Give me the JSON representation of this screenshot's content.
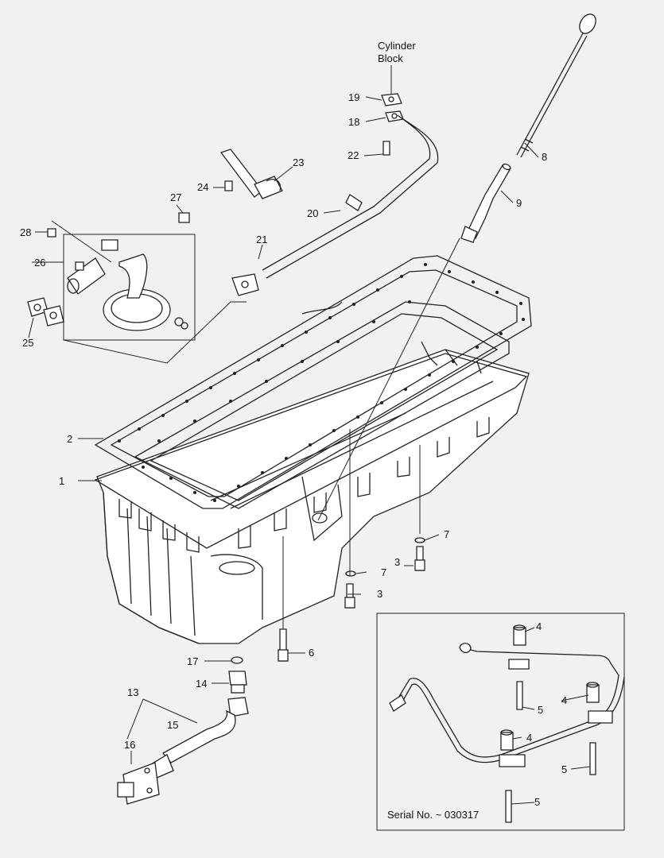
{
  "diagram": {
    "reference_label": {
      "line1": "Cylinder",
      "line2": "Block"
    },
    "inset_caption": "Serial No. ~ 030317",
    "callouts": {
      "c1": "1",
      "c2": "2",
      "c3a": "3",
      "c3b": "3",
      "c4a": "4",
      "c4b": "4",
      "c4c": "4",
      "c5a": "5",
      "c5b": "5",
      "c5c": "5",
      "c6": "6",
      "c7a": "7",
      "c7b": "7",
      "c8": "8",
      "c9": "9",
      "c13": "13",
      "c14": "14",
      "c15": "15",
      "c16": "16",
      "c17": "17",
      "c18": "18",
      "c19": "19",
      "c20": "20",
      "c21": "21",
      "c22": "22",
      "c23": "23",
      "c24": "24",
      "c25": "25",
      "c26": "26",
      "c27": "27",
      "c28": "28"
    }
  }
}
